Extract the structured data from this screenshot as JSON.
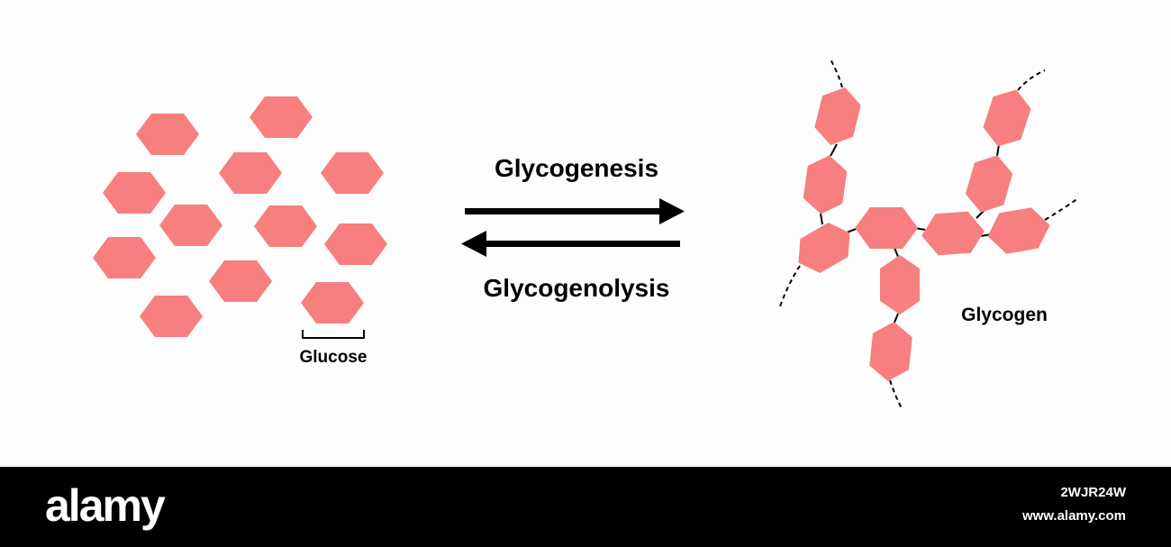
{
  "diagram": {
    "forward_label": "Glycogenesis",
    "reverse_label": "Glycogenolysis",
    "monomer_label": "Glucose",
    "polymer_label": "Glycogen"
  },
  "colors": {
    "glucose_fill": "#f77f7f",
    "arrow": "#000000",
    "background": "#fdfdfd",
    "footer": "#000000"
  },
  "footer": {
    "brand": "alamy",
    "image_id": "2WJR24W",
    "site": "www.alamy.com"
  }
}
